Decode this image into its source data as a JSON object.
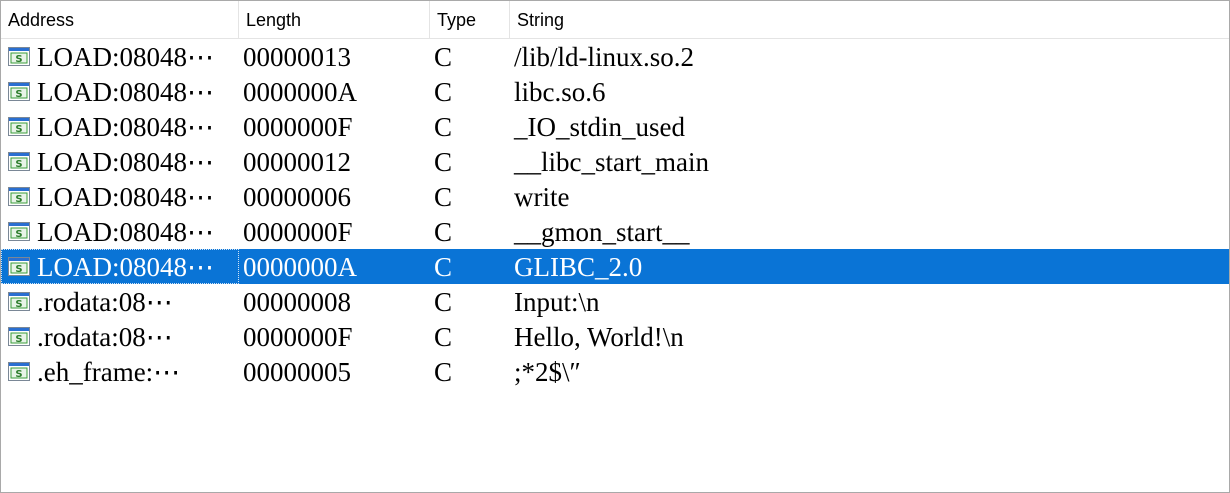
{
  "columns": {
    "address": "Address",
    "length": "Length",
    "type": "Type",
    "string": "String"
  },
  "rows": [
    {
      "address": "LOAD:08048⋯",
      "length": "00000013",
      "type": "C",
      "string": "/lib/ld-linux.so.2",
      "icon": "string-icon",
      "selected": false
    },
    {
      "address": "LOAD:08048⋯",
      "length": "0000000A",
      "type": "C",
      "string": "libc.so.6",
      "icon": "string-icon",
      "selected": false
    },
    {
      "address": "LOAD:08048⋯",
      "length": "0000000F",
      "type": "C",
      "string": "_IO_stdin_used",
      "icon": "string-icon",
      "selected": false
    },
    {
      "address": "LOAD:08048⋯",
      "length": "00000012",
      "type": "C",
      "string": "__libc_start_main",
      "icon": "string-icon",
      "selected": false
    },
    {
      "address": "LOAD:08048⋯",
      "length": "00000006",
      "type": "C",
      "string": "write",
      "icon": "string-icon",
      "selected": false
    },
    {
      "address": "LOAD:08048⋯",
      "length": "0000000F",
      "type": "C",
      "string": "__gmon_start__",
      "icon": "string-icon",
      "selected": false
    },
    {
      "address": "LOAD:08048⋯",
      "length": "0000000A",
      "type": "C",
      "string": "GLIBC_2.0",
      "icon": "string-icon",
      "selected": true
    },
    {
      "address": ".rodata:08⋯",
      "length": "00000008",
      "type": "C",
      "string": "Input:\\n",
      "icon": "string-icon",
      "selected": false
    },
    {
      "address": ".rodata:08⋯",
      "length": "0000000F",
      "type": "C",
      "string": "Hello, World!\\n",
      "icon": "string-icon",
      "selected": false
    },
    {
      "address": ".eh_frame:⋯",
      "length": "00000005",
      "type": "C",
      "string": ";*2$\\″",
      "icon": "string-icon",
      "selected": false
    }
  ],
  "colors": {
    "selection": "#0a74d6",
    "icon_green": "#3a9d3a",
    "icon_blue": "#2a6fd1"
  }
}
